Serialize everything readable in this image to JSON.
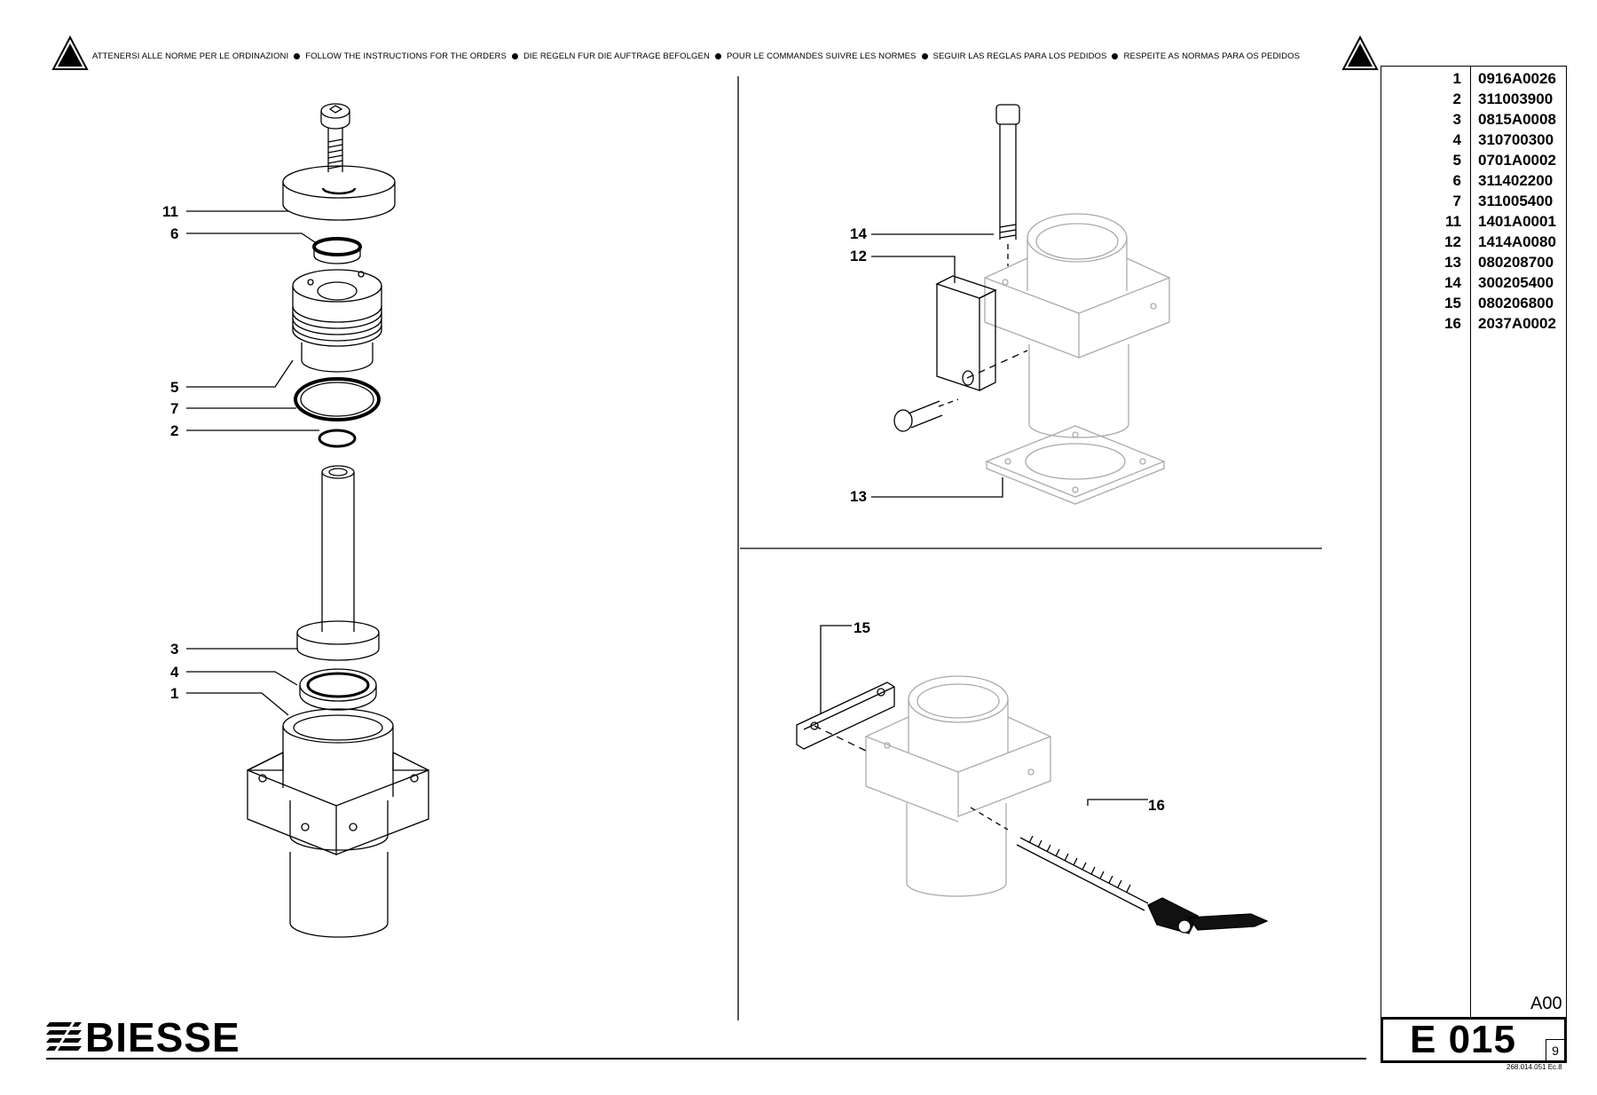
{
  "header": {
    "notices": [
      "ATTENERSI ALLE NORME PER LE ORDINAZIONI",
      "FOLLOW THE INSTRUCTIONS FOR THE ORDERS",
      "DIE REGELN FUR DIE AUFTRAGE BEFOLGEN",
      "POUR LE COMMANDES SUIVRE LES NORMES",
      "SEGUIR LAS REGLAS PARA LOS PEDIDOS",
      "RESPEITE AS NORMAS PARA OS PEDIDOS"
    ],
    "warning_icon": "warning-triangle-icon"
  },
  "parts_list": [
    {
      "num": "1",
      "code": "0916A0026"
    },
    {
      "num": "2",
      "code": "311003900"
    },
    {
      "num": "3",
      "code": "0815A0008"
    },
    {
      "num": "4",
      "code": "310700300"
    },
    {
      "num": "5",
      "code": "0701A0002"
    },
    {
      "num": "6",
      "code": "311402200"
    },
    {
      "num": "7",
      "code": "311005400"
    },
    {
      "num": "11",
      "code": "1401A0001"
    },
    {
      "num": "12",
      "code": "1414A0080"
    },
    {
      "num": "13",
      "code": "080208700"
    },
    {
      "num": "14",
      "code": "300205400"
    },
    {
      "num": "15",
      "code": "080206800"
    },
    {
      "num": "16",
      "code": "2037A0002"
    }
  ],
  "callouts": {
    "left": [
      "11",
      "6",
      "5",
      "7",
      "2",
      "3",
      "4",
      "1"
    ],
    "top_right": [
      "14",
      "12",
      "13"
    ],
    "bottom_right": [
      "15",
      "16"
    ]
  },
  "footer": {
    "brand": "BIESSE",
    "revision": "A00",
    "table_code": "E 015",
    "sheet": "9",
    "doc_number": "268.014.051 Ec.8"
  }
}
